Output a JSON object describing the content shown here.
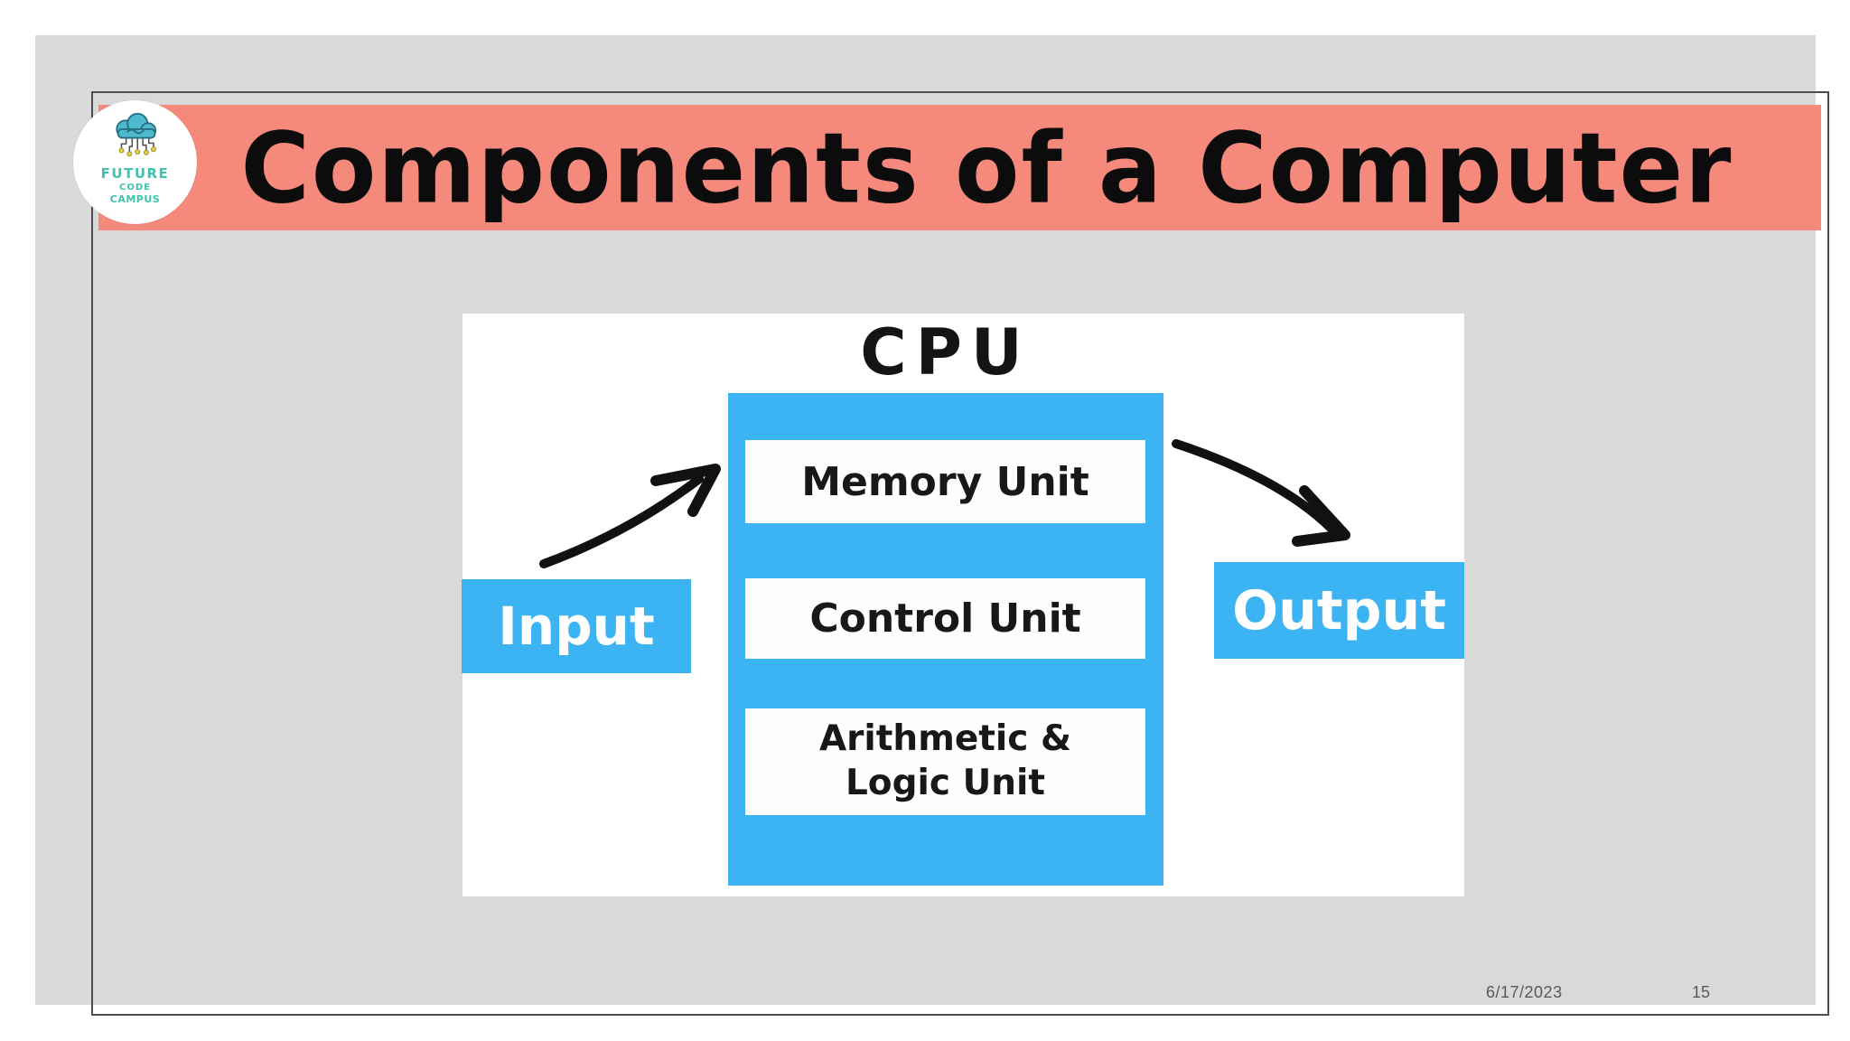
{
  "slide": {
    "banner": {
      "title": "Components of a Computer"
    },
    "logo": {
      "name_line1": "FUTURE",
      "name_line2": "CODE",
      "name_line3": "CAMPUS"
    },
    "diagram": {
      "cpu_label": "CPU",
      "memory_unit_label": "Memory Unit",
      "control_unit_label": "Control Unit",
      "alu_label_line1": "Arithmetic &",
      "alu_label_line2": "Logic Unit",
      "input_label": "Input",
      "output_label": "Output"
    },
    "footer": {
      "date": "6/17/2023",
      "page_number": "15"
    },
    "colors": {
      "accent-blue": "#3CB4F3",
      "banner-salmon": "#F4897C",
      "canvas-gray": "#D9D9D9",
      "frame-border": "#4D4D4D",
      "footer-gray": "#595959",
      "logo-teal": "#3FC3AE",
      "arrow-black": "#111111"
    }
  }
}
